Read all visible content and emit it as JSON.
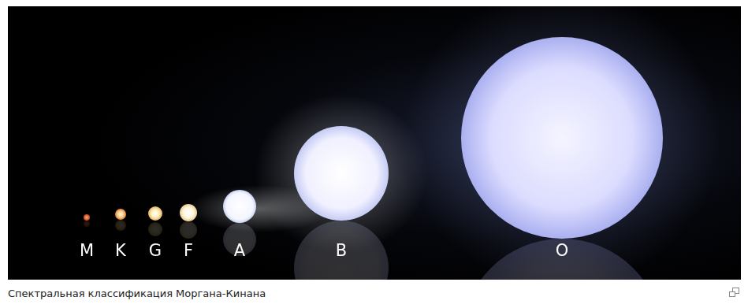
{
  "diagram": {
    "caption": "Спектральная классификация Моргана-Кинана",
    "labels": [
      "M",
      "K",
      "G",
      "F",
      "A",
      "B",
      "O"
    ]
  }
}
